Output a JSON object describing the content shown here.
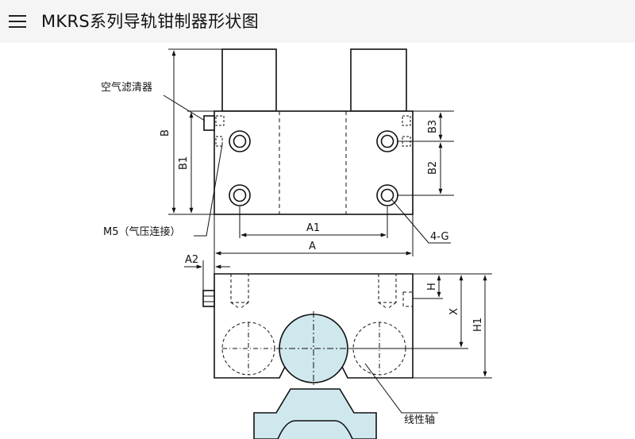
{
  "header": {
    "title": "MKRS系列导轨钳制器形状图",
    "menu_icon": "hamburger-menu-icon"
  },
  "diagram": {
    "labels": {
      "air_filter": "空气滤清器",
      "m5": "M5（气压连接）",
      "hole": "4-G",
      "shaft": "线性轴"
    },
    "dims": {
      "b": "B",
      "b1": "B1",
      "b2": "B2",
      "b3": "B3",
      "a": "A",
      "a1": "A1",
      "a2": "A2",
      "h": "H",
      "h1": "H1",
      "x": "X"
    },
    "colors": {
      "line": "#111111",
      "fill_light": "#cfe8ee",
      "background": "#ffffff",
      "header_bg": "#f5f5f5"
    }
  }
}
